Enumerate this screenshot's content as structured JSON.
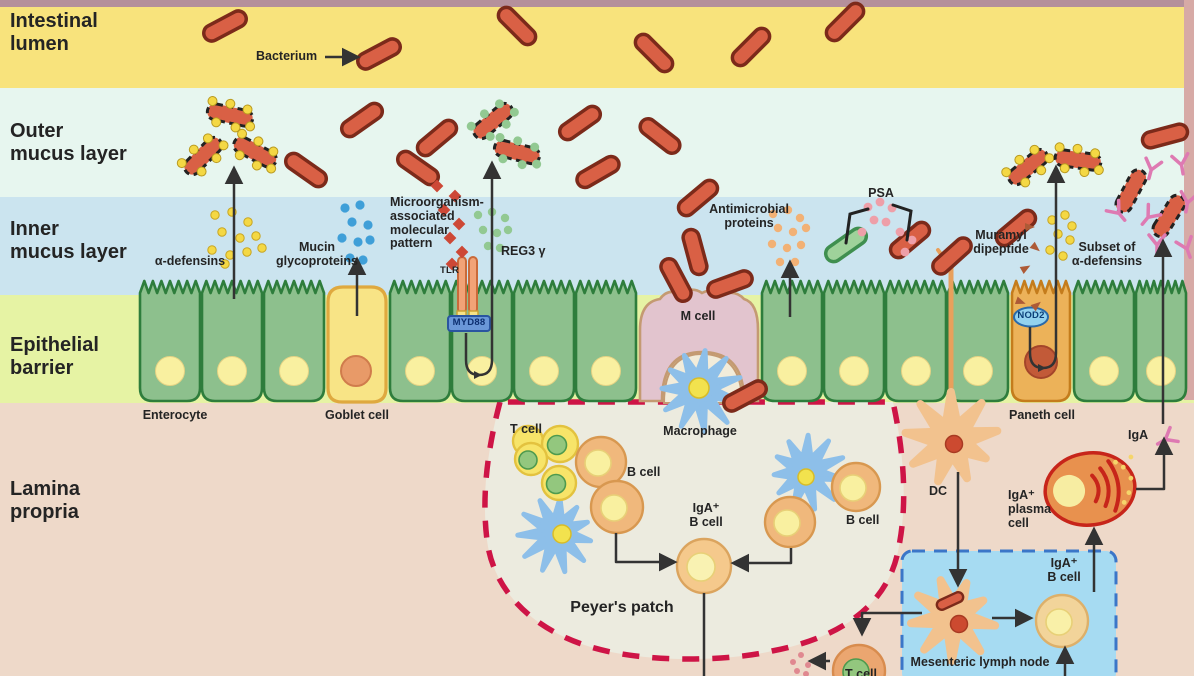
{
  "figure": "Intestinal mucosal immune system diagram",
  "layers": {
    "lumen": "Intestinal\nlumen",
    "outer": "Outer\nmucus layer",
    "inner": "Inner\nmucus layer",
    "epithelial": "Epithelial\nbarrier",
    "lamina": "Lamina\npropria"
  },
  "labels": {
    "bacterium": "Bacterium",
    "alpha_defensins": "α-defensins",
    "mucin": "Mucin\nglycoproteins",
    "mamp": "Microorganism-\nassociated\nmolecular\npattern",
    "tlr": "TLR",
    "myd88": "MYD88",
    "reg3": "REG3 γ",
    "m_cell": "M cell",
    "antimicrobial": "Antimicrobial\nproteins",
    "psa": "PSA",
    "muramyl": "Muramyl\ndipeptide",
    "nod2": "NOD2",
    "subset": "Subset of\nα-defensins",
    "enterocyte": "Enterocyte",
    "goblet": "Goblet cell",
    "macrophage": "Macrophage",
    "paneth": "Paneth cell",
    "iga_mucus": "IgA",
    "t_cell": "T cell",
    "b_cell_left": "B cell",
    "b_cell_right": "B cell",
    "iga_b_cell_pp": "IgA⁺\nB cell",
    "peyers_patch": "Peyer's patch",
    "dc": "DC",
    "iga_plasma_cell": "IgA⁺\nplasma\ncell",
    "iga_b_cell_mln": "IgA⁺\nB cell",
    "mln": "Mesenteric lymph node",
    "t_cell_bottom": "T cell"
  },
  "palette": {
    "lumen_band": "#f8e37c",
    "outer_mucus_band": "#e7f6ef",
    "inner_mucus_band": "#cbe4ef",
    "epithelial_band": "#e6f3a4",
    "lamina_band": "#eed9c9",
    "top_strip": "#b5909b",
    "right_strip": "#d7aaa6",
    "bacterium_fill": "#d96045",
    "bacterium_stroke": "#7c2a1a",
    "green_bacterium": "#9fd29a",
    "enterocyte_fill": "#8dc08d",
    "enterocyte_stroke": "#2e7d3c",
    "nucleus_yellow": "#f9f0a0",
    "goblet_fill": "#f8e486",
    "paneth_fill": "#ecb259",
    "m_cell_fill": "#e2c4ce",
    "macrophage_blue": "#8dbfe9",
    "dc_orange": "#f2c28e",
    "t_cell_yellow": "#f7e469",
    "b_cell_orange": "#f0b87c",
    "plasma_cell": "#e8914e",
    "plasma_stroke": "#c7251a",
    "peyer_dash": "#ce1446",
    "mln_fill": "#a6dbf2",
    "mln_stroke": "#3b76c8",
    "defensin_dot": "#f4d844",
    "mucin_dot": "#3f9fd8",
    "reg3_dot": "#92c992",
    "antimicrobial_dot": "#f2b175",
    "psa_dot": "#ee9fa8",
    "mamp_diamond": "#cd4836",
    "muramyl_triangle": "#ad5a36",
    "iga_pink": "#de7ab2",
    "arrow": "#333333"
  }
}
